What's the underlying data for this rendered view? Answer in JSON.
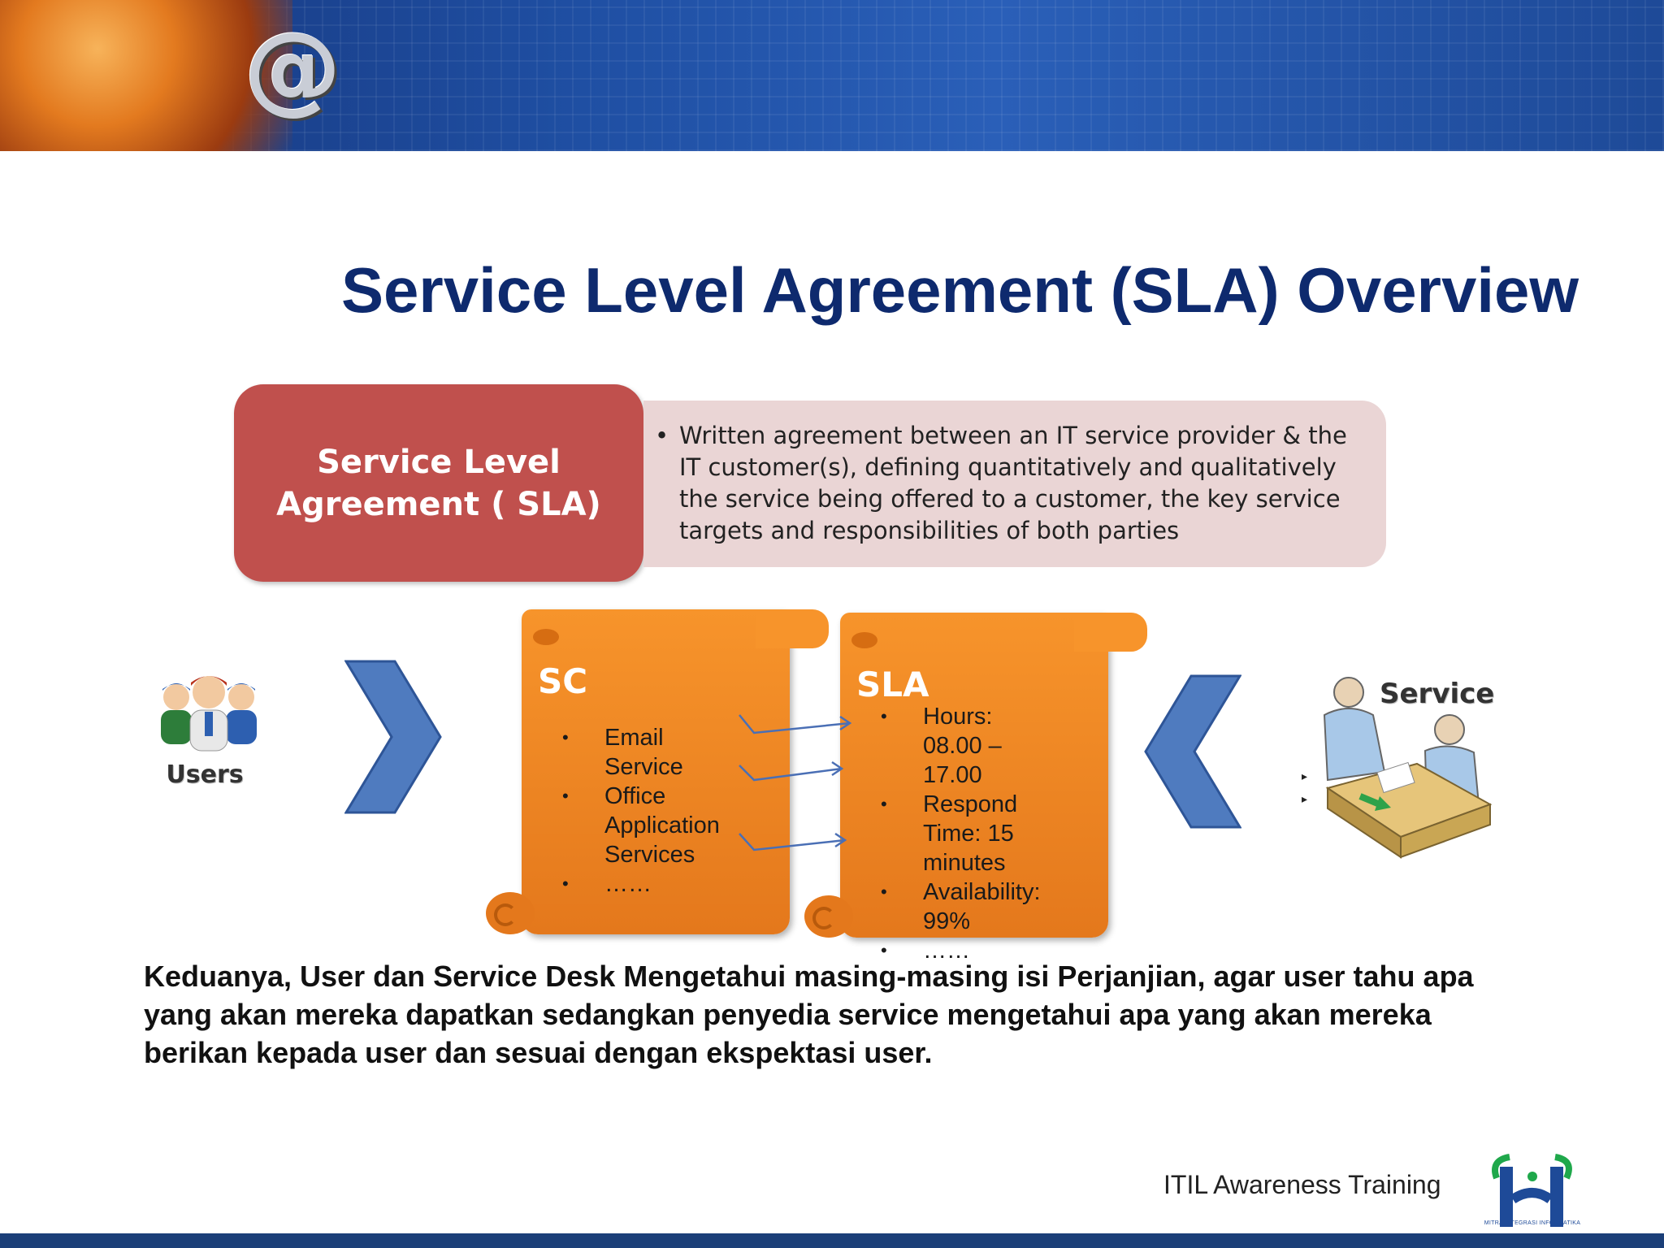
{
  "slide": {
    "title": "Service Level Agreement (SLA) Overview",
    "sla_box_line1": "Service Level",
    "sla_box_line2": "Agreement ( SLA)",
    "definition": "Written agreement between an  IT service provider & the IT customer(s), defining quantitatively and qualitatively the service being offered to a customer, the key service targets and responsibilities of both parties",
    "users_label": "Users",
    "service_label": "Service",
    "sc": {
      "title": "SC",
      "items": [
        "Email Service",
        "Office Application Services",
        "……"
      ]
    },
    "sla": {
      "title": "SLA",
      "items": [
        "Hours: 08.00 – 17.00",
        "Respond Time: 15 minutes",
        "Availability: 99%",
        "……"
      ]
    },
    "description": "Keduanya, User dan Service Desk Mengetahui masing-masing isi Perjanjian, agar user tahu apa yang akan mereka dapatkan sedangkan penyedia service mengetahui apa yang akan mereka berikan kepada user dan sesuai dengan ekspektasi user.",
    "footer": "ITIL Awareness Training",
    "logo_caption": "MITRA INTEGRASI INFORMATIKA"
  },
  "colors": {
    "title": "#0e2a6e",
    "sla_box": "#c0504d",
    "definition_box": "#ead5d5",
    "scroll": "#f7942b",
    "chevron": "#4f7bbf"
  }
}
